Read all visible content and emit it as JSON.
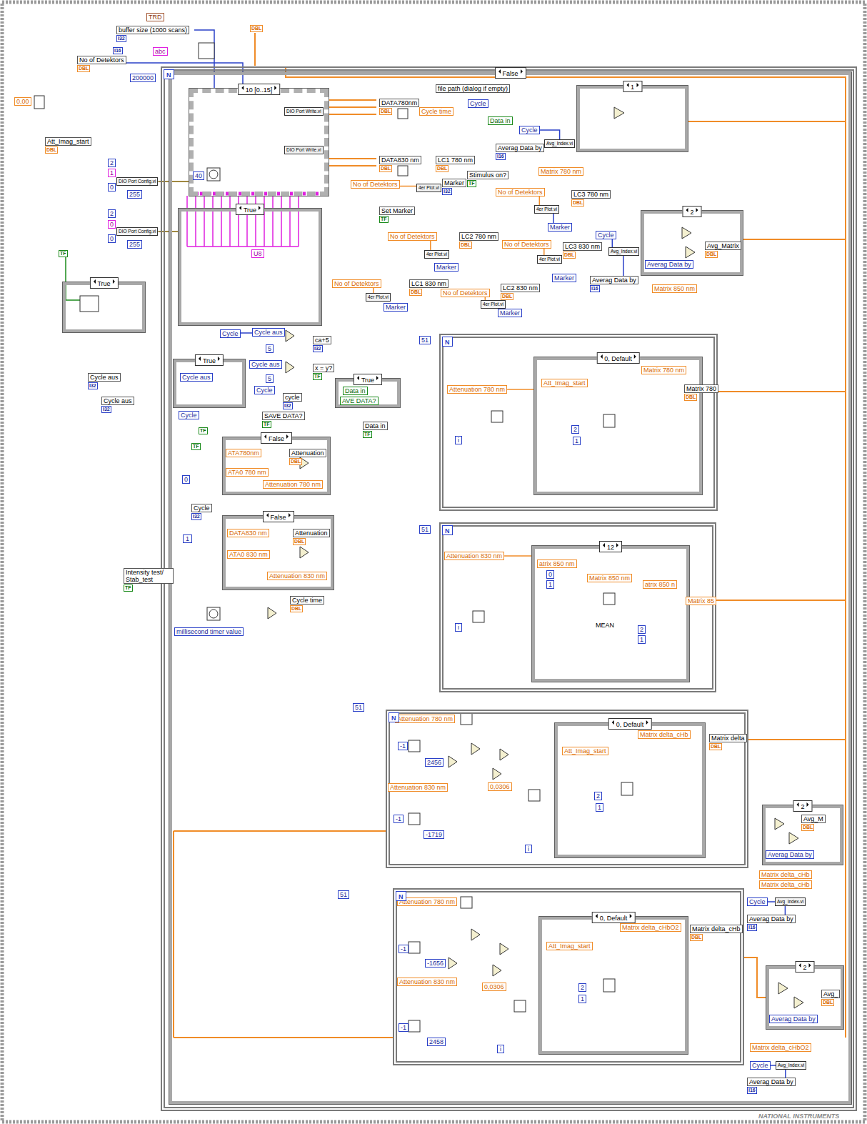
{
  "diagram": {
    "nodes": [
      {
        "text": [
          "N"
        ]
      },
      {
        "text": [
          "False"
        ],
        "in": 0
      },
      {
        "text": [
          "10 [0..15]"
        ],
        "in": 1
      },
      {
        "text": [
          "DIO Port Write.vi"
        ],
        "in": 2
      },
      {
        "text": [
          "DIO Port Write.vi"
        ],
        "in": 2
      },
      {
        "text": [
          "True"
        ],
        "in": 1
      },
      {
        "text": [
          "DATA780nm",
          "DBL"
        ],
        "in": 1
      },
      {
        "text": [
          "DATA830 nm",
          "DBL"
        ],
        "in": 1
      },
      {
        "text": [
          "file path (dialog if empty)"
        ],
        "in": 1
      },
      {
        "text": [
          "Cycle time"
        ],
        "in": 1
      },
      {
        "text": [
          "Cycle"
        ],
        "in": 1
      },
      {
        "text": [
          "Data in"
        ],
        "in": 1
      },
      {
        "text": [
          "Cycle"
        ],
        "in": 1
      },
      {
        "text": [
          "Averag Data by",
          "I16"
        ],
        "in": 1
      },
      {
        "text": [
          "Avg_Index.vi"
        ],
        "in": 1
      },
      {
        "text": [
          "Matrix 780 nm"
        ],
        "in": 1
      },
      {
        "text": [
          "1"
        ],
        "in": 1
      },
      {
        "text": [
          "LC1 780 nm",
          "DBL"
        ],
        "in": 1
      },
      {
        "text": [
          "Marker",
          "I32"
        ],
        "in": 1
      },
      {
        "text": [
          "Stimulus on?",
          "TF"
        ],
        "in": 1
      },
      {
        "text": [
          "No of Detektors"
        ],
        "in": 1
      },
      {
        "text": [
          "4er Plot.vi"
        ],
        "in": 1
      },
      {
        "text": [
          "Set Marker",
          "TF"
        ],
        "in": 1
      },
      {
        "text": [
          "No of Detektors"
        ],
        "in": 1
      },
      {
        "text": [
          "4er Plot.vi"
        ],
        "in": 1
      },
      {
        "text": [
          "LC3 780 nm",
          "DBL"
        ],
        "in": 1
      },
      {
        "text": [
          "Marker"
        ],
        "in": 1
      },
      {
        "text": [
          "Cycle"
        ],
        "in": 1
      },
      {
        "text": [
          "Avg_Index.vi"
        ],
        "in": 1
      },
      {
        "text": [
          "2"
        ],
        "in": 1
      },
      {
        "text": [
          "Avg_Matrix",
          "DBL"
        ],
        "in": 29
      },
      {
        "text": [
          "Averag Data by"
        ],
        "in": 29
      },
      {
        "text": [
          "Averag Data by",
          "I16"
        ],
        "in": 1
      },
      {
        "text": [
          "Matrix 850 nm"
        ],
        "in": 1
      },
      {
        "text": [
          "No of Detektors"
        ],
        "in": 1
      },
      {
        "text": [
          "LC2 780 nm",
          "DBL"
        ],
        "in": 1
      },
      {
        "text": [
          "4er Plot.vi"
        ],
        "in": 1
      },
      {
        "text": [
          "Marker"
        ],
        "in": 1
      },
      {
        "text": [
          "No of Detektors"
        ],
        "in": 1
      },
      {
        "text": [
          "LC3 830 nm",
          "DBL"
        ],
        "in": 1
      },
      {
        "text": [
          "4er Plot.vi"
        ],
        "in": 1
      },
      {
        "text": [
          "Marker"
        ],
        "in": 1
      },
      {
        "text": [
          "No of Detektors"
        ],
        "in": 1
      },
      {
        "text": [
          "LC1 830 nm",
          "DBL"
        ],
        "in": 1
      },
      {
        "text": [
          "No of Detektors"
        ],
        "in": 1
      },
      {
        "text": [
          "LC2 830 nm",
          "DBL"
        ],
        "in": 1
      },
      {
        "text": [
          "4er Plot.vi"
        ],
        "in": 1
      },
      {
        "text": [
          "Marker"
        ],
        "in": 1
      },
      {
        "text": [
          "4er Plot.vi"
        ],
        "in": 1
      },
      {
        "text": [
          "Marker"
        ],
        "in": 1
      },
      {
        "text": [
          "Cycle"
        ],
        "in": 1
      },
      {
        "text": [
          "Cycle aus"
        ],
        "in": 1
      },
      {
        "text": [
          "ca+5",
          "I32"
        ],
        "in": 1
      },
      {
        "text": [
          "Cycle aus"
        ],
        "in": 1
      },
      {
        "text": [
          "Cycle"
        ],
        "in": 1
      },
      {
        "text": [
          "x = y?",
          "TF"
        ],
        "in": 1
      },
      {
        "text": [
          "cycle",
          "I32"
        ],
        "in": 1
      },
      {
        "text": [
          "SAVE DATA?",
          "TF"
        ],
        "in": 1
      },
      {
        "text": [
          "True"
        ],
        "in": 1
      },
      {
        "text": [
          "Cycle aus"
        ],
        "in": 58
      },
      {
        "text": [
          "Cycle"
        ],
        "in": 1
      },
      {
        "text": [
          "True"
        ],
        "in": 1
      },
      {
        "text": [
          "Data in"
        ],
        "in": 61
      },
      {
        "text": [
          "AVE DATA?"
        ],
        "in": 61
      },
      {
        "text": [
          "Data in",
          "TF"
        ],
        "in": 1
      },
      {
        "text": [
          "False"
        ],
        "in": 1
      },
      {
        "text": [
          "ATA780nm"
        ],
        "in": 65
      },
      {
        "text": [
          "ATA0 780 nm"
        ],
        "in": 65
      },
      {
        "text": [
          "Attenuation",
          "DBL"
        ],
        "in": 65
      },
      {
        "text": [
          "Attenuation 780 nm"
        ],
        "in": 65
      },
      {
        "text": [
          "False"
        ],
        "in": 1
      },
      {
        "text": [
          "DATA830 nm"
        ],
        "in": 70
      },
      {
        "text": [
          "ATA0 830 nm"
        ],
        "in": 70
      },
      {
        "text": [
          "Attenuation",
          "DBL"
        ],
        "in": 70
      },
      {
        "text": [
          "Attenuation 830 nm"
        ],
        "in": 70
      },
      {
        "text": [
          "Intensity test/ Stab_test",
          "TF"
        ]
      },
      {
        "text": [
          "millisecond timer value"
        ],
        "in": 1
      },
      {
        "text": [
          "Cycle time",
          "DBL"
        ],
        "in": 1
      },
      {
        "text": [
          "Cycle",
          "I32"
        ],
        "in": 1
      },
      {
        "text": [
          "buffer size (1000 scans)",
          "I32"
        ]
      },
      {
        "text": [
          "No of Detektors",
          "DBL"
        ]
      },
      {
        "text": [
          "Att_Imag_start",
          "DBL"
        ]
      },
      {
        "text": [
          "True"
        ]
      },
      {
        "text": [
          "Cycle aus",
          "I32"
        ]
      },
      {
        "text": [
          "Cycle aus",
          "I32"
        ]
      },
      {
        "text": [
          "N"
        ],
        "in": 1
      },
      {
        "text": [
          "Attenuation 780 nm"
        ],
        "in": 85
      },
      {
        "text": [
          "0, Default"
        ],
        "in": 85
      },
      {
        "text": [
          "Att_Imag_start"
        ],
        "in": 87
      },
      {
        "text": [
          "Matrix 780 nm"
        ],
        "in": 87
      },
      {
        "text": [
          "Matrix 780",
          "DBL"
        ],
        "in": 85
      },
      {
        "text": [
          "N"
        ],
        "in": 1
      },
      {
        "text": [
          "Attenuation 830 nm"
        ],
        "in": 91
      },
      {
        "text": [
          "12"
        ],
        "in": 91
      },
      {
        "text": [
          "atrix 850 nm"
        ],
        "in": 93
      },
      {
        "text": [
          "Matrix 850 nm"
        ],
        "in": 93
      },
      {
        "text": [
          "atrix 850 n"
        ],
        "in": 93
      },
      {
        "text": [
          "Matrix 85"
        ],
        "in": 91
      },
      {
        "text": [
          "N"
        ],
        "in": 1
      },
      {
        "text": [
          "Attenuation 780 nm"
        ],
        "in": 98
      },
      {
        "text": [
          "Attenuation 830 nm"
        ],
        "in": 98
      },
      {
        "text": [
          "0, Default"
        ],
        "in": 98
      },
      {
        "text": [
          "Att_Imag_start"
        ],
        "in": 101
      },
      {
        "text": [
          "Matrix delta_cHb"
        ],
        "in": 101
      },
      {
        "text": [
          "Matrix delta",
          "DBL"
        ],
        "in": 98
      },
      {
        "text": [
          "N"
        ],
        "in": 1
      },
      {
        "text": [
          "Attenuation 780 nm"
        ],
        "in": 105
      },
      {
        "text": [
          "Attenuation 830 nm"
        ],
        "in": 105
      },
      {
        "text": [
          "0, Default"
        ],
        "in": 105
      },
      {
        "text": [
          "Att_Imag_start"
        ],
        "in": 108
      },
      {
        "text": [
          "Matrix delta_cHbO2"
        ],
        "in": 108
      },
      {
        "text": [
          "Matrix delta_cHb",
          "DBL"
        ],
        "in": 105
      },
      {
        "text": [
          "2"
        ],
        "in": 1
      },
      {
        "text": [
          "Avg_M",
          "DBL"
        ],
        "in": 112
      },
      {
        "text": [
          "Averag Data by"
        ],
        "in": 112
      },
      {
        "text": [
          "Matrix delta_cHb"
        ],
        "in": 1
      },
      {
        "text": [
          "Matrix delta_cHb"
        ],
        "in": 1
      },
      {
        "text": [
          "Cycle"
        ],
        "in": 1
      },
      {
        "text": [
          "Avg_Index.vi"
        ],
        "in": 1
      },
      {
        "text": [
          "Averag Data by",
          "I16"
        ],
        "in": 1
      },
      {
        "text": [
          "2"
        ],
        "in": 1
      },
      {
        "text": [
          "Avg_",
          "DBL"
        ],
        "in": 120
      },
      {
        "text": [
          "Averag Data by"
        ],
        "in": 120
      },
      {
        "text": [
          "Matrix delta_cHbO2"
        ],
        "in": 1
      },
      {
        "text": [
          "Cycle"
        ],
        "in": 1
      },
      {
        "text": [
          "Avg_Index.vi"
        ],
        "in": 1
      },
      {
        "text": [
          "Averag Data by",
          "I16"
        ],
        "in": 1
      },
      {
        "text": [
          "DIO Port Config.vi"
        ]
      },
      {
        "text": [
          "DIO Port Config.vi"
        ]
      }
    ],
    "edges": [
      {
        "from": 12,
        "to": 14,
        "arrow": "none"
      },
      {
        "from": 13,
        "to": 14,
        "arrow": "none"
      },
      {
        "from": 27,
        "to": 28,
        "arrow": "none"
      },
      {
        "from": 32,
        "to": 28,
        "arrow": "none"
      },
      {
        "from": 117,
        "to": 118,
        "arrow": "none"
      },
      {
        "from": 119,
        "to": 118,
        "arrow": "none"
      },
      {
        "from": 124,
        "to": 125,
        "arrow": "none"
      },
      {
        "from": 126,
        "to": 125,
        "arrow": "none"
      },
      {
        "from": 20,
        "to": 21,
        "arrow": "none"
      },
      {
        "from": 23,
        "to": 24,
        "arrow": "none"
      },
      {
        "from": 34,
        "to": 36,
        "arrow": "none"
      },
      {
        "from": 38,
        "to": 40,
        "arrow": "none"
      },
      {
        "from": 42,
        "to": 46,
        "arrow": "none"
      },
      {
        "from": 44,
        "to": 48,
        "arrow": "none"
      },
      {
        "from": 86,
        "to": 87,
        "arrow": "none"
      },
      {
        "from": 92,
        "to": 93,
        "arrow": "none"
      },
      {
        "from": 50,
        "to": 51,
        "arrow": "none"
      },
      {
        "from": 26,
        "to": 24,
        "arrow": "none"
      },
      {
        "from": 127,
        "to": 2,
        "arrow": "none"
      },
      {
        "from": 128,
        "to": 5,
        "arrow": "none"
      }
    ],
    "labels": [
      "200000",
      "TRD",
      "DBL",
      "abc",
      "I16",
      "0,00",
      "2",
      "1",
      "0",
      "255",
      "2",
      "0",
      "0",
      "255",
      "TF",
      "40",
      "U8",
      "5",
      "5",
      "TF",
      "TF",
      "0",
      "1",
      "51",
      "i",
      "2",
      "1",
      "51",
      "i",
      "0",
      "1",
      "MEAN",
      "2",
      "1",
      "51",
      "-1",
      "2456",
      "-1",
      "-1719",
      "0,0306",
      "i",
      "2",
      "1",
      "51",
      "-1",
      "-1656",
      "-1",
      "2458",
      "0,0306",
      "i",
      "2",
      "1",
      "NATIONAL INSTRUMENTS"
    ]
  }
}
